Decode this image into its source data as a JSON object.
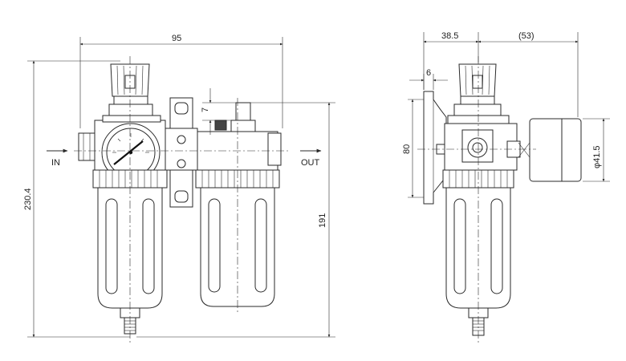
{
  "dimensions": {
    "overall_width": "95",
    "overall_height": "230.4",
    "bowl_height": "191",
    "boss_height": "7",
    "side_offset": "38.5",
    "gauge_offset": "(53)",
    "flange_thickness": "6",
    "mount_height": "80",
    "gauge_diameter": "φ41.5"
  },
  "ports": {
    "inlet": "IN",
    "outlet": "OUT"
  }
}
